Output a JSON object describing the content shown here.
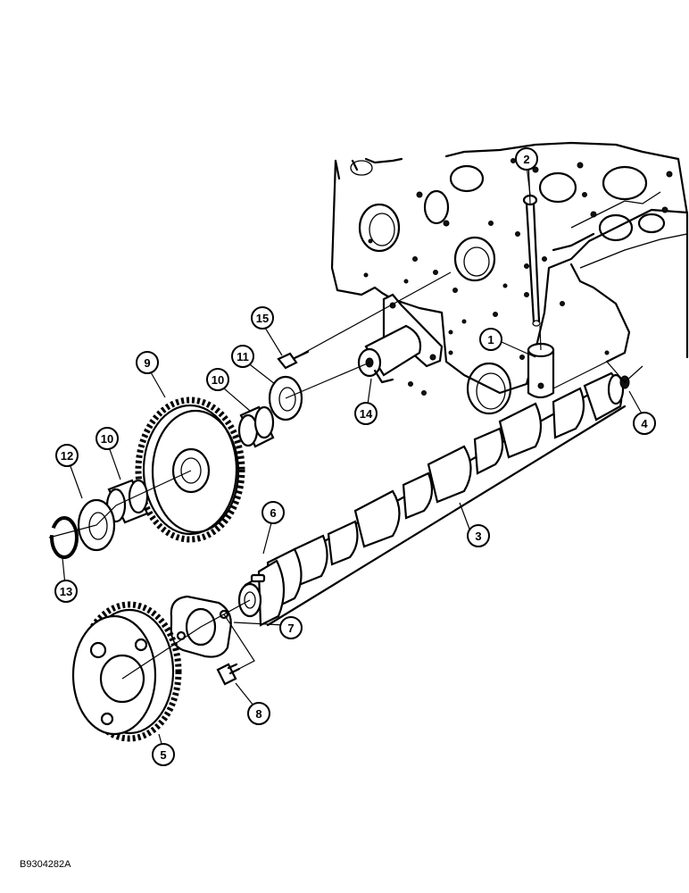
{
  "figure": {
    "reference_code": "B9304282A",
    "callouts": [
      {
        "id": "callout-1",
        "label": "1"
      },
      {
        "id": "callout-2",
        "label": "2"
      },
      {
        "id": "callout-3",
        "label": "3"
      },
      {
        "id": "callout-4",
        "label": "4"
      },
      {
        "id": "callout-5",
        "label": "5"
      },
      {
        "id": "callout-6",
        "label": "6"
      },
      {
        "id": "callout-7",
        "label": "7"
      },
      {
        "id": "callout-8",
        "label": "8"
      },
      {
        "id": "callout-9",
        "label": "9"
      },
      {
        "id": "callout-10a",
        "label": "10"
      },
      {
        "id": "callout-10b",
        "label": "10"
      },
      {
        "id": "callout-11",
        "label": "11"
      },
      {
        "id": "callout-12",
        "label": "12"
      },
      {
        "id": "callout-13",
        "label": "13"
      },
      {
        "id": "callout-14",
        "label": "14"
      },
      {
        "id": "callout-15",
        "label": "15"
      }
    ]
  }
}
